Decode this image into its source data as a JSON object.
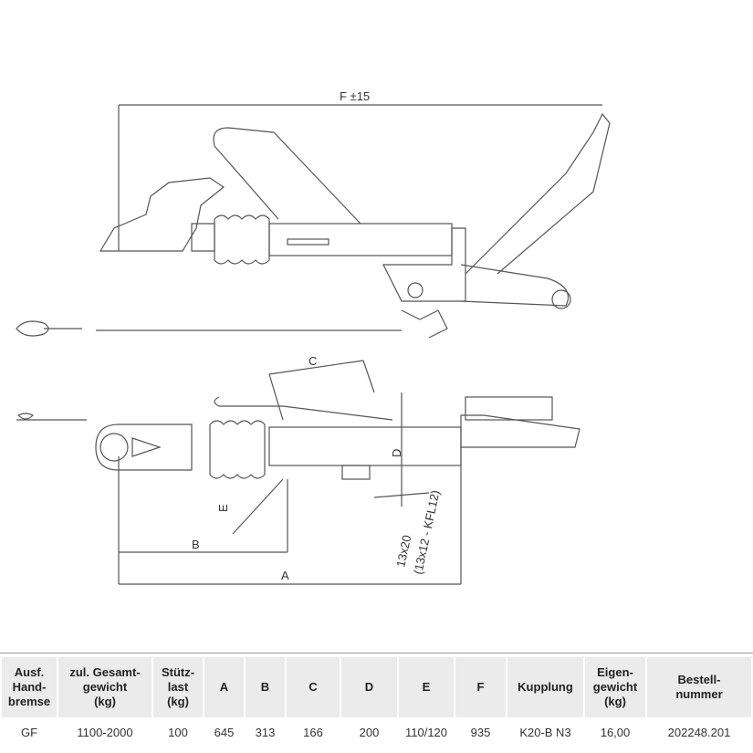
{
  "drawing": {
    "label_f": "F  ±15",
    "label_c": "C",
    "label_d": "D",
    "label_e": "E",
    "label_b": "B",
    "label_a": "A",
    "label_bolt": "13x20",
    "label_bolt_alt": "(13x12 - KFL12)"
  },
  "table": {
    "headers": [
      [
        "Ausf.",
        "Hand-",
        "bremse"
      ],
      [
        "zul. Gesamt-",
        "gewicht",
        "(kg)"
      ],
      [
        "Stütz-",
        "last",
        "(kg)"
      ],
      [
        "A"
      ],
      [
        "B"
      ],
      [
        "C"
      ],
      [
        "D"
      ],
      [
        "E"
      ],
      [
        "F"
      ],
      [
        "Kupplung"
      ],
      [
        "Eigen-",
        "gewicht",
        "(kg)"
      ],
      [
        "Bestell-",
        "nummer"
      ]
    ],
    "row": [
      "GF",
      "1100-2000",
      "100",
      "645",
      "313",
      "166",
      "200",
      "110/120",
      "935",
      "K20-B N3",
      "16,00",
      "202248.201"
    ]
  }
}
